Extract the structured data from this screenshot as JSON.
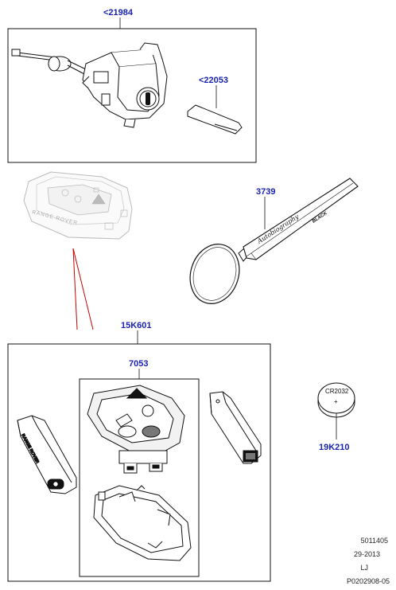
{
  "callouts": {
    "c21984": "<21984",
    "c22053": "<22053",
    "c3739": "3739",
    "c15k601": "15K601",
    "c7053": "7053",
    "c19k210": "19K210"
  },
  "battery": {
    "label": "CR2032",
    "sign": "+"
  },
  "key_fob_logo": "RANGE ROVER",
  "keyring_script": "Autobiography",
  "keyring_black": "BLACK",
  "remote_side_text": "RANGE ROVER",
  "footer": {
    "code": "5011405",
    "date": "29-2013",
    "initials": "LJ",
    "ref": "P0202908-05"
  },
  "colors": {
    "callout": "#1a22b0",
    "leader": "#cc0000",
    "line": "#111111"
  }
}
